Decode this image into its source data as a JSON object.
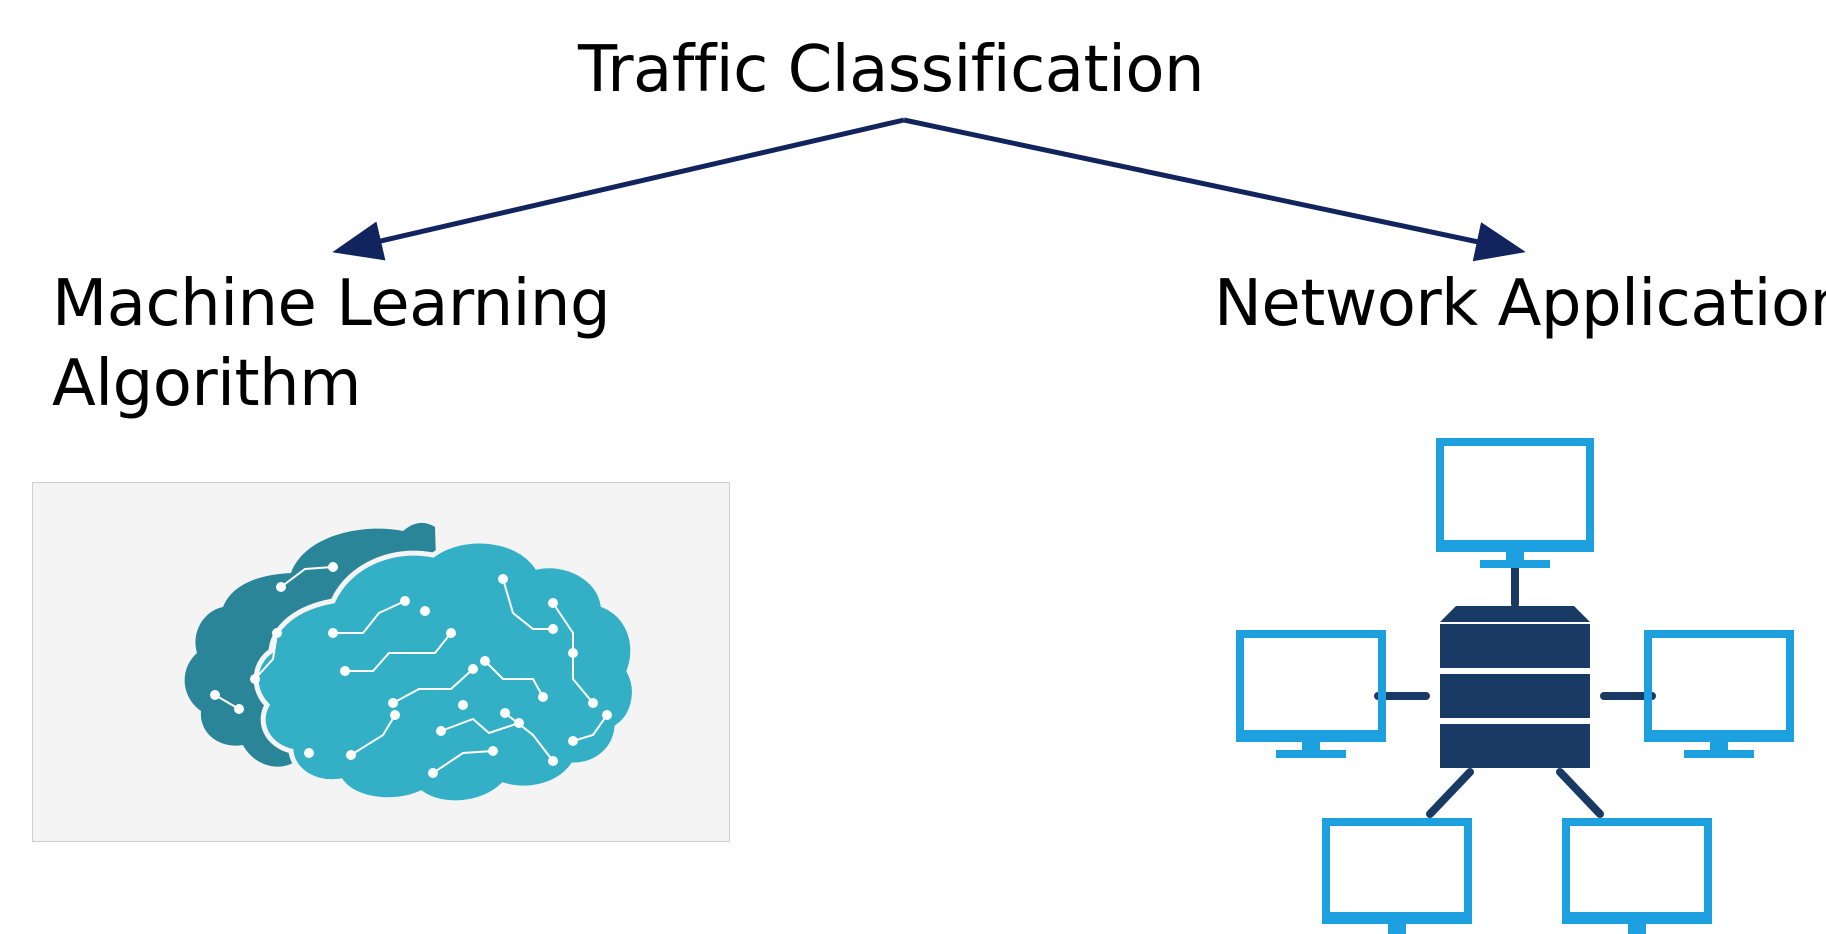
{
  "diagram": {
    "root": {
      "label": "Traffic Classification"
    },
    "children": [
      {
        "label_lines": [
          "Machine Learning",
          "Algorithm"
        ],
        "icon": "brain-circuit-icon"
      },
      {
        "label": "Network Application",
        "icon": "network-topology-icon"
      }
    ]
  },
  "colors": {
    "arrow": "#12245e",
    "brain_dark": "#2a8598",
    "brain_light": "#33b0c6",
    "monitor": "#1ca0e0",
    "server": "#1a3a66"
  }
}
